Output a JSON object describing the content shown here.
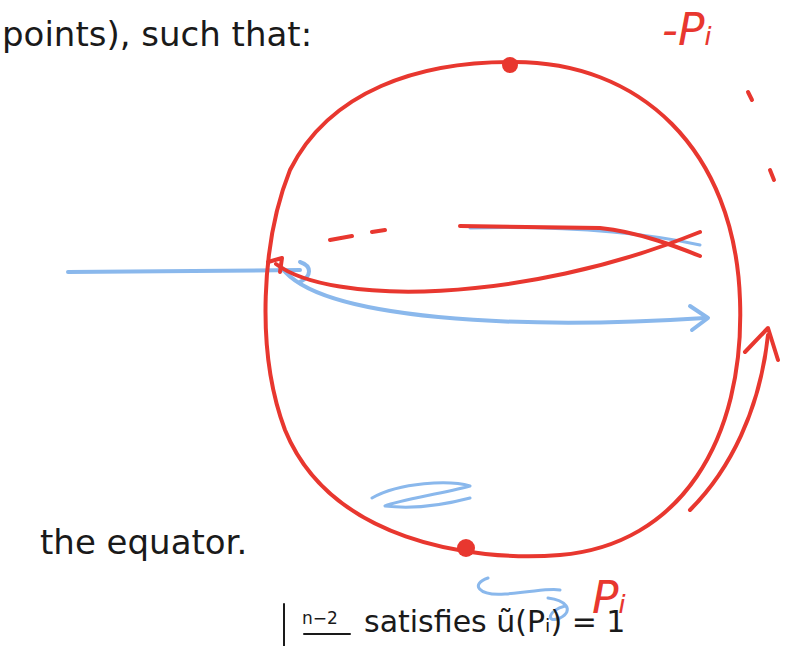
{
  "diagram": {
    "labels": [
      "points), such that:",
      "the equator.",
      "-Pᵢ",
      "Pᵢ",
      "n−2",
      "satisfies ũ(Pᵢ) = 1"
    ]
  }
}
